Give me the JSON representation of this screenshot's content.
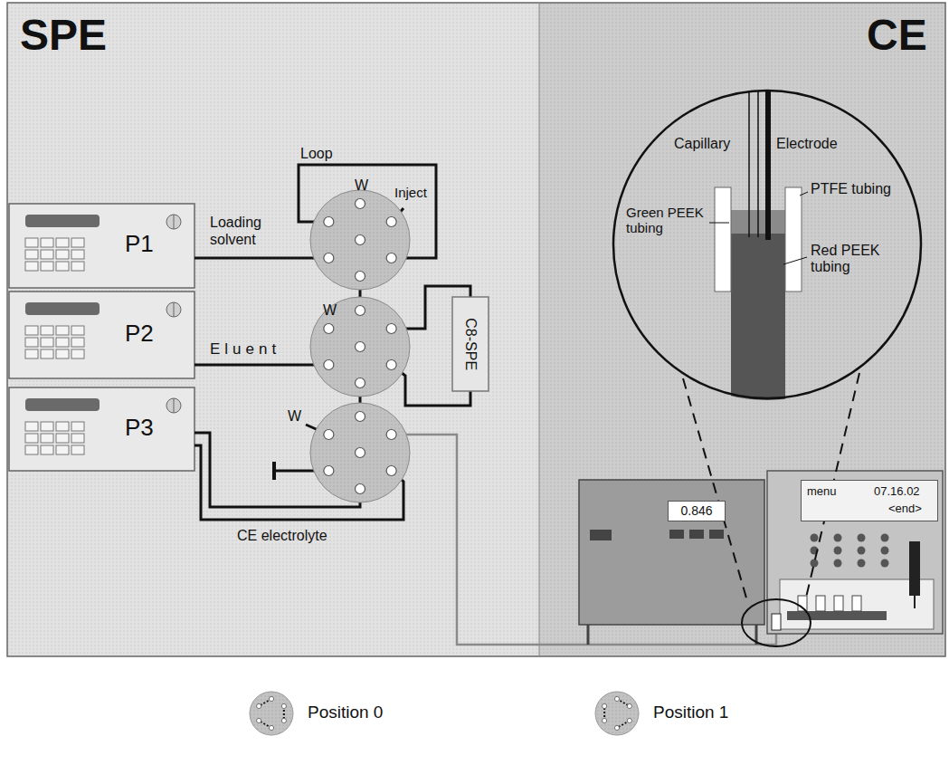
{
  "diagram": {
    "nodes": [
      {
        "text": [
          "SPE"
        ]
      },
      {
        "text": [
          "CE"
        ]
      },
      {
        "text": [
          "P1"
        ],
        "in": 0
      },
      {
        "text": [
          "P2"
        ],
        "in": 0
      },
      {
        "text": [
          "P3"
        ],
        "in": 0
      },
      {
        "text": [
          "C8-SPE"
        ],
        "in": 0
      },
      {
        "text": [
          "Capillary",
          "Electrode",
          "PTFE tubing",
          "Green PEEK tubing",
          "Red PEEK tubing"
        ],
        "in": 1
      },
      {
        "text": [
          "0.846"
        ],
        "in": 1
      },
      {
        "text": [
          "menu",
          "07.16.02",
          "<end>"
        ],
        "in": 1
      }
    ],
    "labels": [
      "Loop",
      "W",
      "Inject",
      "Loading solvent",
      "Eluent",
      "W",
      "W",
      "CE electrolyte"
    ],
    "legend": [
      {
        "text": "Position 0"
      },
      {
        "text": "Position 1"
      }
    ]
  }
}
